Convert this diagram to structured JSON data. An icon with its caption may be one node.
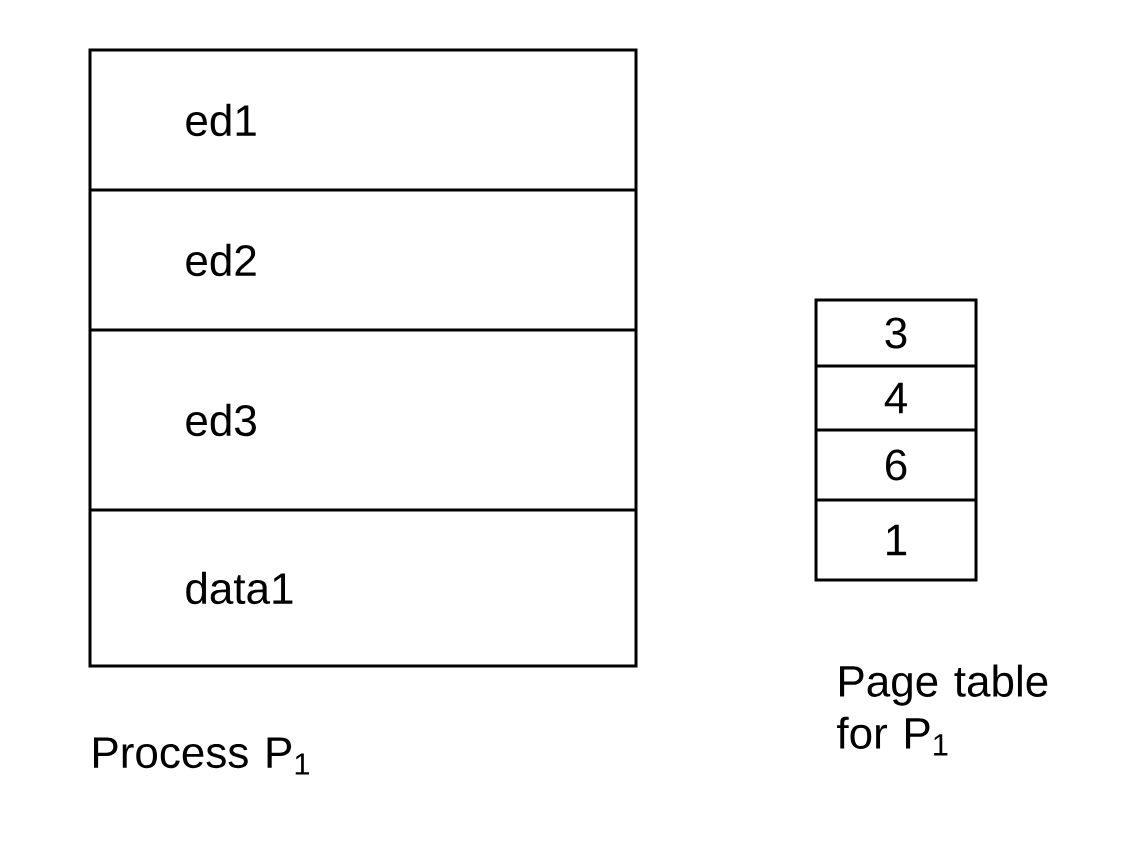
{
  "diagram": {
    "nodes": [
      {
        "text": [
          "Process P$_{1}$"
        ]
      },
      {
        "text": [
          "ed1"
        ],
        "in": 0
      },
      {
        "text": [
          "ed2"
        ],
        "in": 0
      },
      {
        "text": [
          "ed3"
        ],
        "in": 0
      },
      {
        "text": [
          "data1"
        ],
        "in": 0
      },
      {
        "text": [
          "Page table for P$_{1}$"
        ]
      },
      {
        "text": [
          "3"
        ],
        "in": 5
      },
      {
        "text": [
          "4"
        ],
        "in": 5
      },
      {
        "text": [
          "6"
        ],
        "in": 5
      },
      {
        "text": [
          "1"
        ],
        "in": 5
      }
    ]
  }
}
